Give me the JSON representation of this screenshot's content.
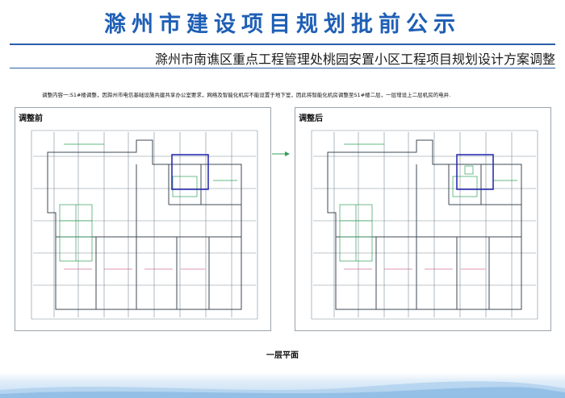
{
  "header": {
    "title": "滁州市建设项目规划批前公示",
    "subtitle": "滁州市南谯区重点工程管理处桃园安置小区工程项目规划设计方案调整"
  },
  "description": "调整内容一:S1#楼调整，因滁州市电信基础设施共建共享办公室要求，网络及智能化机房不能设置于地下室，因此将智能化机房调整至S1#楼二层，一层增设上二层机房的电井.",
  "panels": {
    "before_label": "调整前",
    "after_label": "调整后"
  },
  "floor_label": "一层平面",
  "colors": {
    "title_blue": "#1f5fb5",
    "highlight_box": "#2c2fb0",
    "plan_lines": "#7a8a96",
    "plan_green": "#2fa05a"
  },
  "icons": {
    "arrow": "right-arrow-icon"
  }
}
